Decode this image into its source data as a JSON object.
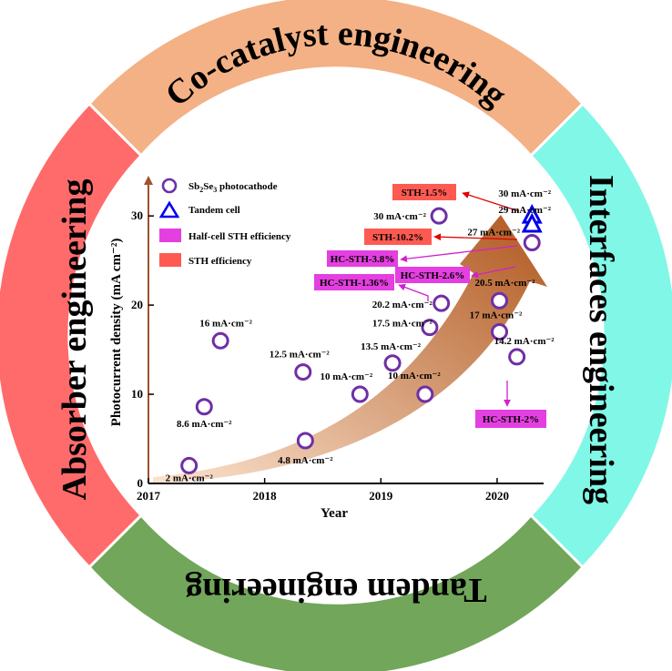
{
  "colors": {
    "co_catalyst": "#f3b185",
    "interfaces": "#81f7e7",
    "tandem": "#72a65a",
    "absorber": "#ff6b6b",
    "marker": "#6f2fa5",
    "tandem_marker": "#0000ee",
    "hc_badge": "#e43fe0",
    "sth_badge": "#ff5a52",
    "arrow_fill_start": "#fbe3cf",
    "arrow_fill_end": "#b0581f",
    "axis": "#a0522d"
  },
  "ring": {
    "top_label": "Co-catalyst engineering",
    "right_label": "Interfaces engineering",
    "bottom_label": "Tandem engineering",
    "left_label": "Absorber engineering"
  },
  "legend": {
    "sb2se3_prefix": "Sb",
    "sb2se3_sub1": "2",
    "sb2se3_mid": "Se",
    "sb2se3_sub2": "3",
    "sb2se3_suffix": " photocathode",
    "tandem_cell": "Tandem cell",
    "half_cell": "Half-cell STH efficiency",
    "sth": "STH efficiency"
  },
  "chart_data": {
    "type": "scatter",
    "xlabel": "Year",
    "ylabel": "Photocurrent density (mA cm⁻²)",
    "xlim": [
      2017,
      2020.4
    ],
    "ylim": [
      0,
      34
    ],
    "xticks": [
      "2017",
      "2018",
      "2019",
      "2020"
    ],
    "yticks": [
      "0",
      "10",
      "20",
      "30"
    ],
    "series": [
      {
        "name": "Sb2Se3 photocathode",
        "marker": "circle",
        "points": [
          {
            "x": 2017.35,
            "y": 2,
            "label": "2 mA·cm⁻²"
          },
          {
            "x": 2017.48,
            "y": 8.6,
            "label": "8.6 mA·cm⁻²"
          },
          {
            "x": 2017.62,
            "y": 16,
            "label": "16 mA·cm⁻²"
          },
          {
            "x": 2018.33,
            "y": 12.5,
            "label": "12.5 mA·cm⁻²"
          },
          {
            "x": 2018.35,
            "y": 4.8,
            "label": "4.8 mA·cm⁻²"
          },
          {
            "x": 2018.82,
            "y": 10,
            "label": "10 mA·cm⁻²"
          },
          {
            "x": 2019.1,
            "y": 13.5,
            "label": "13.5 mA·cm⁻²"
          },
          {
            "x": 2019.38,
            "y": 10,
            "label": "10 mA·cm⁻²"
          },
          {
            "x": 2019.42,
            "y": 17.5,
            "label": "17.5 mA·cm⁻²"
          },
          {
            "x": 2019.52,
            "y": 20.2,
            "label": "20.2 mA·cm⁻²"
          },
          {
            "x": 2019.5,
            "y": 30,
            "label": "30 mA·cm⁻²"
          },
          {
            "x": 2020.02,
            "y": 20.5,
            "label": "20.5 mA·cm⁻²"
          },
          {
            "x": 2020.02,
            "y": 17,
            "label": "17 mA·cm⁻²"
          },
          {
            "x": 2020.17,
            "y": 14.2,
            "label": "14.2 mA·cm⁻²"
          },
          {
            "x": 2020.3,
            "y": 27,
            "label": "27 mA·cm⁻²"
          }
        ]
      },
      {
        "name": "Tandem cell",
        "marker": "triangle",
        "points": [
          {
            "x": 2020.3,
            "y": 30,
            "label": "30 mA·cm⁻²"
          },
          {
            "x": 2020.3,
            "y": 29,
            "label": "29 mA·cm⁻²"
          }
        ]
      }
    ],
    "annotations": [
      {
        "text": "STH-1.5%",
        "kind": "STH efficiency"
      },
      {
        "text": "STH-10.2%",
        "kind": "STH efficiency"
      },
      {
        "text": "HC-STH-3.8%",
        "kind": "Half-cell STH efficiency"
      },
      {
        "text": "HC-STH-2.6%",
        "kind": "Half-cell STH efficiency"
      },
      {
        "text": "HC-STH-1.36%",
        "kind": "Half-cell STH efficiency"
      },
      {
        "text": "HC-STH-2%",
        "kind": "Half-cell STH efficiency"
      }
    ]
  }
}
